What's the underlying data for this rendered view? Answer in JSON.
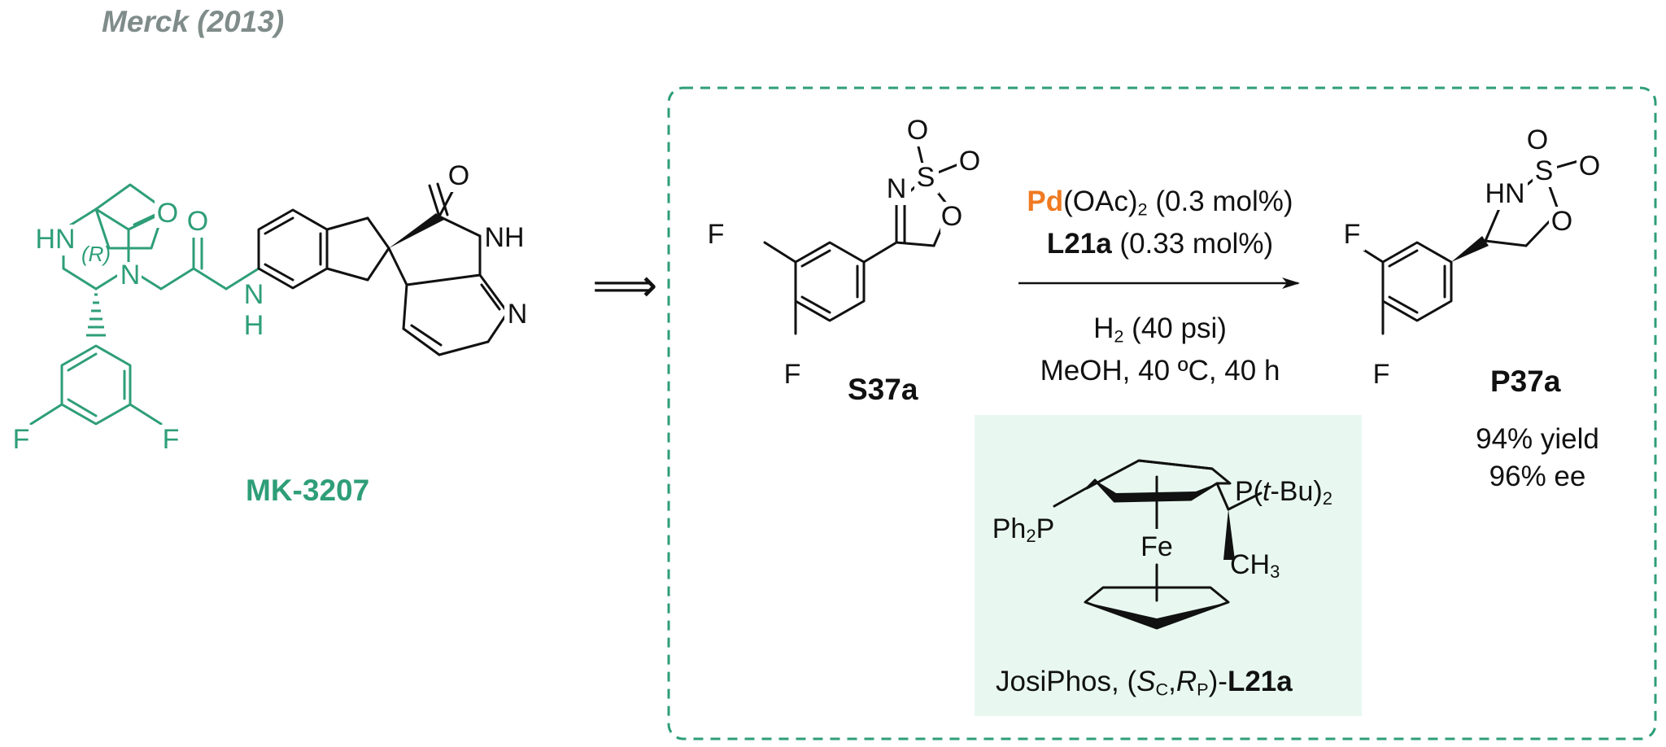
{
  "header": "Merck (2013)",
  "target": {
    "name": "MK-3207",
    "atoms": {
      "hn": "HN",
      "n_ring": "N",
      "o_lactam": "O",
      "stereo": "(R)",
      "f_left": "F",
      "f_right": "F",
      "o_amide": "O",
      "n_amide": "N",
      "h_amide": "H",
      "o_oxindole": "O",
      "nh_oxindole": "NH",
      "n_pyridine": "N"
    }
  },
  "retro_arrow": "⟹",
  "substrate": {
    "name": "S37a",
    "atoms": {
      "o_top": "O",
      "o_right": "O",
      "s": "S",
      "n": "N",
      "o_ring": "O",
      "f_top": "F",
      "f_bottom": "F"
    }
  },
  "conditions": {
    "metal": "Pd",
    "catalyst_rest": "(OAc)",
    "catalyst_sub": "2",
    "catalyst_load": "(0.3 mol%)",
    "ligand": "L21a",
    "ligand_load": "(0.33 mol%)",
    "h2_main": "H",
    "h2_sub": "2",
    "h2_pressure": "(40 psi)",
    "solvent_line": "MeOH, 40 ºC, 40 h"
  },
  "product": {
    "name": "P37a",
    "yield": "94% yield",
    "ee": "96% ee",
    "atoms": {
      "o_top": "O",
      "o_right": "O",
      "s": "S",
      "hn": "HN",
      "o_ring": "O",
      "f_top": "F",
      "f_bottom": "F"
    }
  },
  "ligand": {
    "ph2p_main": "Ph",
    "ph2p_sub": "2",
    "ph2p_p": "P",
    "ptbu_main": "P(",
    "ptbu_t": "t",
    "ptbu_rest": "-Bu)",
    "ptbu_sub": "2",
    "fe": "Fe",
    "ch3_main": "CH",
    "ch3_sub": "3",
    "label_name": "JosiPhos, (",
    "label_s": "S",
    "label_s_sub": "C",
    "label_comma": ",",
    "label_r": "R",
    "label_r_sub": "P",
    "label_close": ")-",
    "label_ligand": "L21a"
  },
  "colors": {
    "target": "#2e9e78",
    "palladium": "#f07a22",
    "header": "#7f8c8a",
    "box_border": "#2e9e78",
    "ligand_fill": "#e8f8f1",
    "bond": "#111111"
  }
}
